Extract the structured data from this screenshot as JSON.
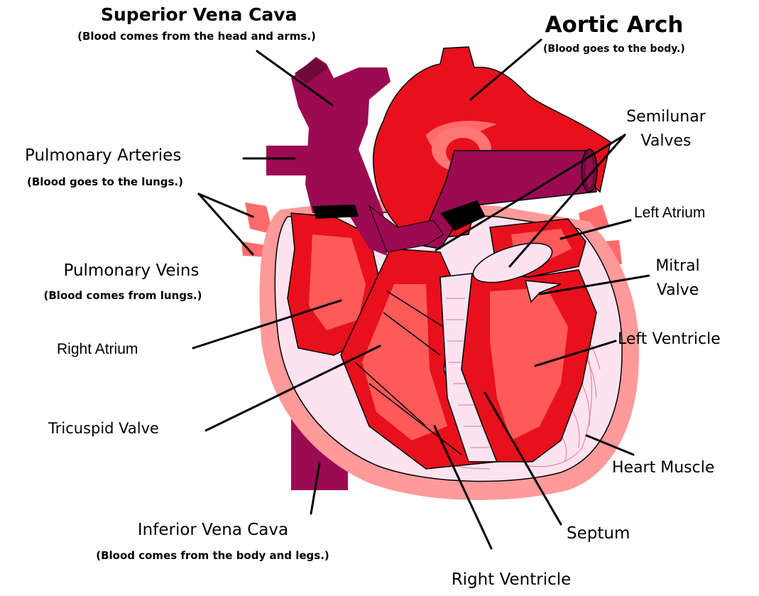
{
  "colors": {
    "vessel_purple": "#9b0b52",
    "vessel_dark": "#6e0a3a",
    "muscle_red": "#e8101c",
    "light_red": "#ff5a5a",
    "pink": "#ff9191",
    "pale_pink": "#fde3ef",
    "line": "#000000"
  },
  "labels": {
    "svc_title": "Superior Vena Cava",
    "svc_sub": "(Blood comes from the head and arms.)",
    "aorta_title": "Aortic Arch",
    "aorta_sub": "(Blood goes to the body.)",
    "pulm_arteries": "Pulmonary Arteries",
    "pulm_arteries_sub": "(Blood goes to the lungs.)",
    "pulm_veins": "Pulmonary Veins",
    "pulm_veins_sub": "(Blood comes from lungs.)",
    "right_atrium": "Right Atrium",
    "tricuspid": "Tricuspid Valve",
    "ivc": "Inferior Vena Cava",
    "ivc_sub": "(Blood comes from the body and legs.)",
    "right_ventricle": "Right Ventricle",
    "septum": "Septum",
    "heart_muscle": "Heart Muscle",
    "left_ventricle": "Left Ventricle",
    "mitral_1": "Mitral",
    "mitral_2": "Valve",
    "left_atrium": "Left Atrium",
    "semilunar_1": "Semilunar",
    "semilunar_2": "Valves"
  }
}
